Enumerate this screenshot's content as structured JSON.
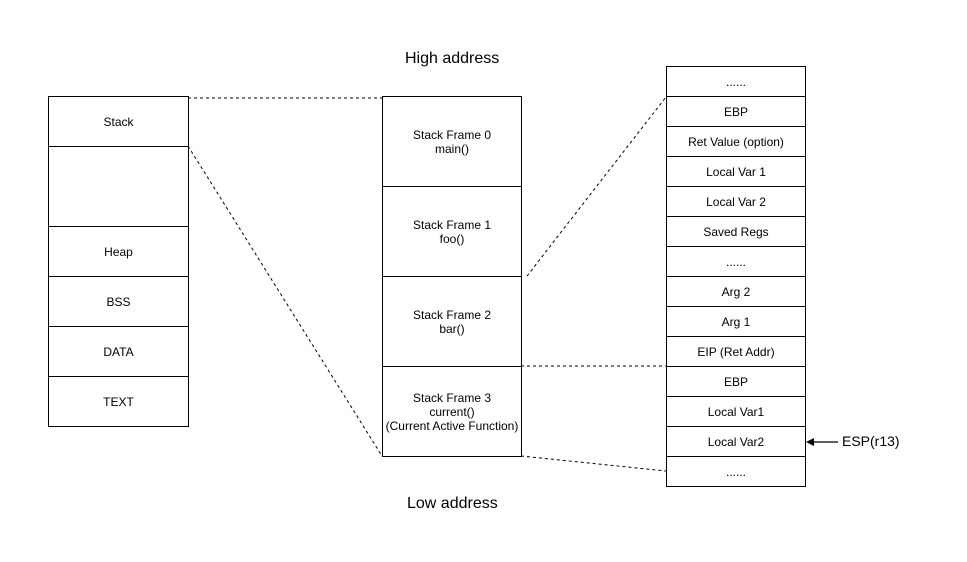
{
  "labels": {
    "high_address": "High address",
    "low_address": "Low address",
    "esp_pointer": "ESP(r13)"
  },
  "memory_layout": {
    "segments": [
      "Stack",
      "",
      "Heap",
      "BSS",
      "DATA",
      "TEXT"
    ]
  },
  "stack_frames": [
    {
      "line1": "Stack Frame 0",
      "line2": "main()",
      "line3": ""
    },
    {
      "line1": "Stack Frame 1",
      "line2": "foo()",
      "line3": ""
    },
    {
      "line1": "Stack Frame 2",
      "line2": "bar()",
      "line3": ""
    },
    {
      "line1": "Stack Frame 3",
      "line2": "current()",
      "line3": "(Current Active Function)"
    }
  ],
  "frame_detail": {
    "cells": [
      "......",
      "EBP",
      "Ret Value (option)",
      "Local Var 1",
      "Local Var 2",
      "Saved Regs",
      "......",
      "Arg 2",
      "Arg 1",
      "EIP (Ret Addr)",
      "EBP",
      "Local Var1",
      "Local Var2",
      "......"
    ]
  }
}
